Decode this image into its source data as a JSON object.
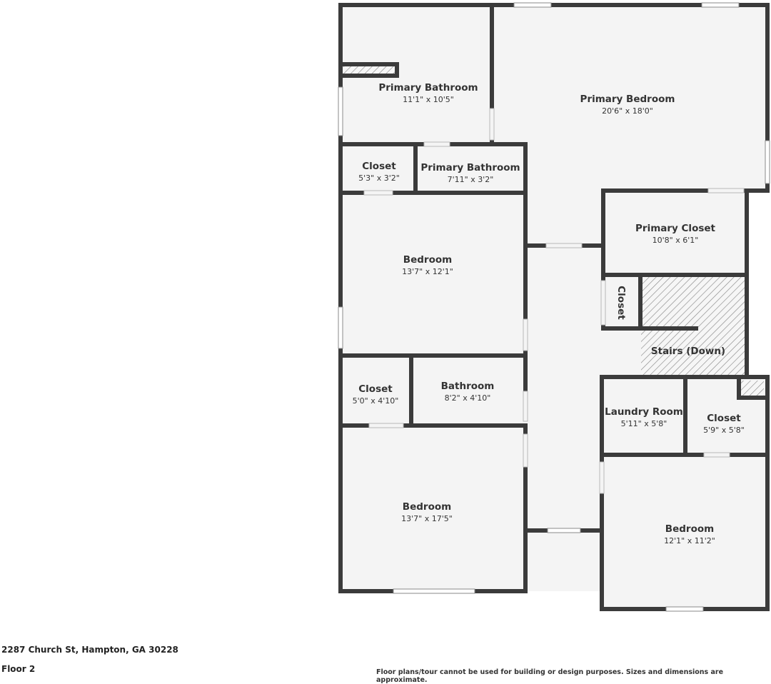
{
  "rooms": [
    {
      "name": "Primary Bathroom",
      "dims": "11'1\" x 10'5\""
    },
    {
      "name": "Primary Bedroom",
      "dims": "20'6\" x 18'0\""
    },
    {
      "name": "Closet",
      "dims": "5'3\" x 3'2\""
    },
    {
      "name": "Primary Bathroom",
      "dims": "7'11\" x 3'2\""
    },
    {
      "name": "Bedroom",
      "dims": "13'7\" x 12'1\""
    },
    {
      "name": "Primary Closet",
      "dims": "10'8\" x 6'1\""
    },
    {
      "name": "Closet",
      "dims": ""
    },
    {
      "name": "Stairs (Down)",
      "dims": ""
    },
    {
      "name": "Closet",
      "dims": "5'0\" x 4'10\""
    },
    {
      "name": "Bathroom",
      "dims": "8'2\" x 4'10\""
    },
    {
      "name": "Laundry Room",
      "dims": "5'11\" x 5'8\""
    },
    {
      "name": "Closet",
      "dims": "5'9\" x 5'8\""
    },
    {
      "name": "Bedroom",
      "dims": "13'7\" x 17'5\""
    },
    {
      "name": "Bedroom",
      "dims": "12'1\" x 11'2\""
    }
  ],
  "footer": {
    "address": "2287 Church St, Hampton, GA 30228",
    "floor": "Floor 2",
    "disclaimer": "Floor plans/tour cannot be used for building or design purposes. Sizes and dimensions are approximate."
  }
}
